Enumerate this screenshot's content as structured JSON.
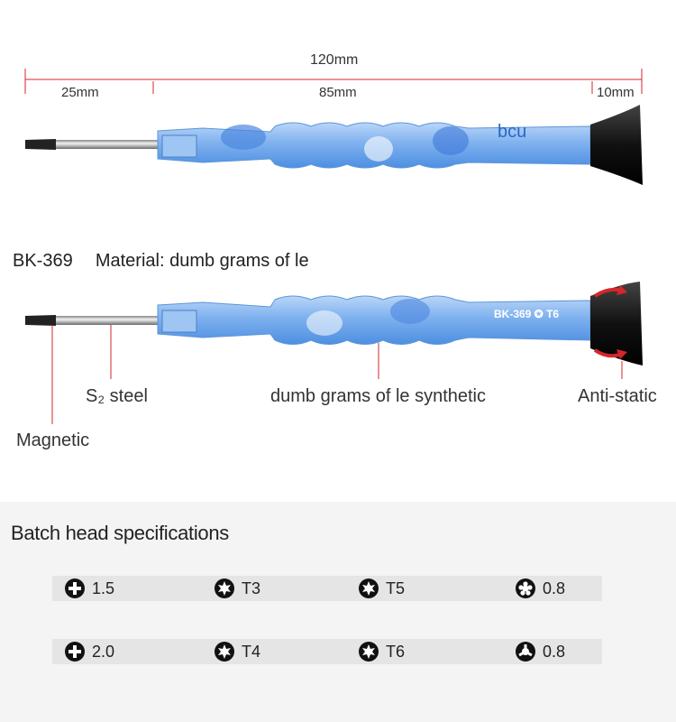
{
  "dimensions": {
    "total": "120mm",
    "tip": "25mm",
    "handle": "85mm",
    "cap": "10mm",
    "line_color": "#d6262b"
  },
  "product": {
    "model": "BK-369",
    "material": "Material: dumb grams of le",
    "handle_logo": "bcu",
    "handle_print": "BK-369 ✪ T6"
  },
  "callouts": {
    "steel": "S₂ steel",
    "magnetic": "Magnetic",
    "handle_material": "dumb grams of le synthetic",
    "anti_static": "Anti-static"
  },
  "specs": {
    "title": "Batch head specifications",
    "rows": [
      [
        {
          "icon": "phillips-icon",
          "label": "1.5"
        },
        {
          "icon": "torx-icon",
          "label": "T3"
        },
        {
          "icon": "torx-icon",
          "label": "T5"
        },
        {
          "icon": "pentalobe-icon",
          "label": "0.8"
        }
      ],
      [
        {
          "icon": "phillips-icon",
          "label": "2.0"
        },
        {
          "icon": "torx-icon",
          "label": "T4"
        },
        {
          "icon": "torx-icon",
          "label": "T6"
        },
        {
          "icon": "tri-wing-icon",
          "label": "0.8"
        }
      ]
    ]
  },
  "colors": {
    "handle_blue": "#6fa8ef",
    "cap_black": "#1a1a1a",
    "accent_red": "#d6262b"
  }
}
